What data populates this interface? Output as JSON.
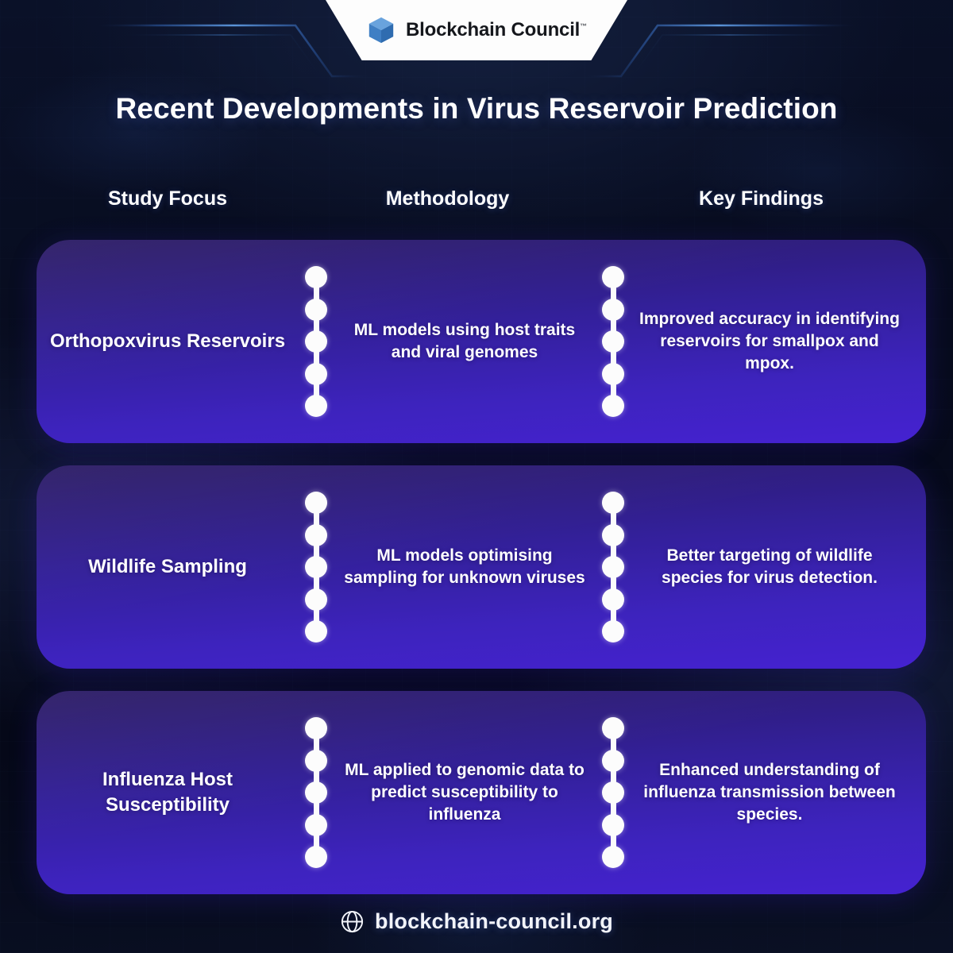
{
  "brand": {
    "name": "Blockchain Council",
    "trademark": "™",
    "logo_icon": "blue-cube-icon"
  },
  "title": "Recent Developments in Virus Reservoir Prediction",
  "columns": [
    {
      "label": "Study Focus"
    },
    {
      "label": "Methodology"
    },
    {
      "label": "Key Findings"
    }
  ],
  "rows": [
    {
      "focus": "Orthopoxvirus Reservoirs",
      "methodology": "ML models using host traits and viral genomes",
      "finding": "Improved accuracy in identifying reservoirs for smallpox and mpox."
    },
    {
      "focus": "Wildlife Sampling",
      "methodology": "ML models optimising sampling for unknown viruses",
      "finding": "Better targeting of wildlife species for virus detection."
    },
    {
      "focus": "Influenza Host Susceptibility",
      "methodology": "ML applied to genomic data to predict susceptibility to influenza",
      "finding": "Enhanced understanding of influenza transmission between species."
    }
  ],
  "footer": {
    "url": "blockchain-council.org",
    "icon": "globe-icon"
  },
  "colors": {
    "background_dark": "#070b1d",
    "card_gradient_top": "#2a1a63",
    "card_gradient_bottom": "#4522d1",
    "accent_glow": "#3f6fd0",
    "text_primary": "#ffffff",
    "notch_background": "#fdfdfd",
    "bead": "#fcfcfc"
  }
}
